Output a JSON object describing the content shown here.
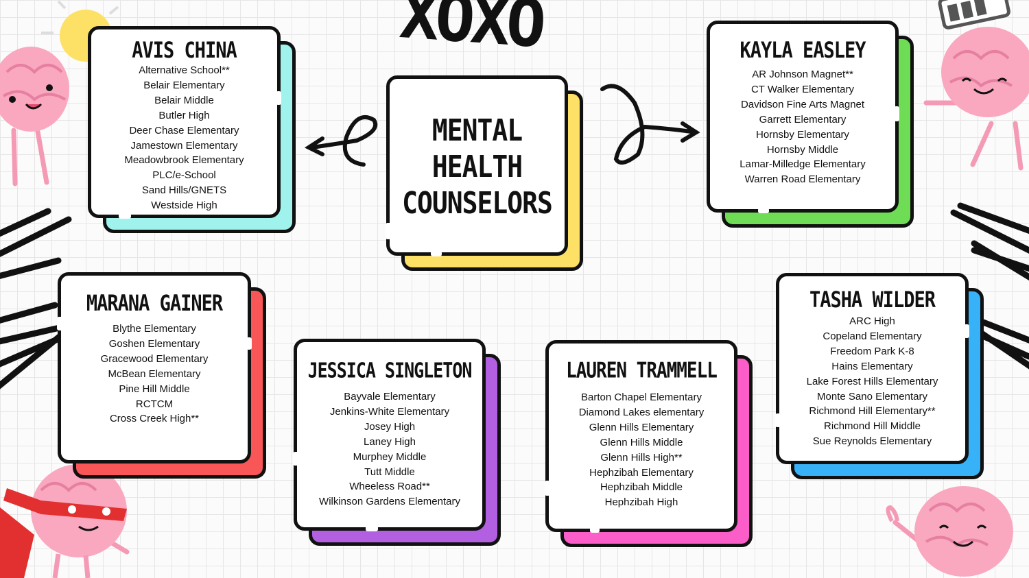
{
  "center": {
    "lines": [
      "MENTAL",
      "HEALTH",
      "COUNSELORS"
    ],
    "color": "#fde166"
  },
  "decoration": {
    "xoxo": "XOXO"
  },
  "cards": {
    "avis": {
      "name": "AVIS CHINA",
      "color": "#9ff3ec",
      "schools": [
        "Alternative School**",
        "Belair Elementary",
        "Belair Middle",
        "Butler High",
        "Deer Chase Elementary",
        "Jamestown Elementary",
        "Meadowbrook Elementary",
        "PLC/e-School",
        "Sand Hills/GNETS",
        "Westside High"
      ]
    },
    "kayla": {
      "name": "KAYLA EASLEY",
      "color": "#6fdc56",
      "schools": [
        "AR Johnson Magnet**",
        "CT Walker Elementary",
        "Davidson Fine Arts Magnet",
        "Garrett Elementary",
        "Hornsby Elementary",
        "Hornsby Middle",
        "Lamar-Milledge Elementary",
        "Warren Road Elementary"
      ]
    },
    "marana": {
      "name": "MARANA GAINER",
      "color": "#f95757",
      "schools": [
        "Blythe Elementary",
        "Goshen Elementary",
        "Gracewood Elementary",
        "McBean Elementary",
        "Pine Hill Middle",
        "RCTCM",
        "Cross Creek High**"
      ]
    },
    "jessica": {
      "name": "JESSICA SINGLETON",
      "color": "#b25fe2",
      "schools": [
        "Bayvale Elementary",
        "Jenkins-White Elementary",
        "Josey High",
        "Laney High",
        "Murphey Middle",
        "Tutt Middle",
        "Wheeless Road**",
        "Wilkinson Gardens Elementary"
      ]
    },
    "lauren": {
      "name": "LAUREN TRAMMELL",
      "color": "#fb5ec8",
      "schools": [
        "Barton Chapel Elementary",
        "Diamond Lakes elementary",
        "Glenn Hills Elementary",
        "Glenn Hills Middle",
        "Glenn Hills High**",
        "Hephzibah Elementary",
        "Hephzibah Middle",
        "Hephzibah High"
      ]
    },
    "tasha": {
      "name": "TASHA WILDER",
      "color": "#37b1f8",
      "schools": [
        "ARC High",
        "Copeland Elementary",
        "Freedom Park K-8",
        "Hains Elementary",
        "Lake Forest Hills Elementary",
        "Monte Sano Elementary",
        "Richmond Hill Elementary**",
        "Richmond Hill Middle",
        "Sue Reynolds Elementary"
      ]
    }
  }
}
